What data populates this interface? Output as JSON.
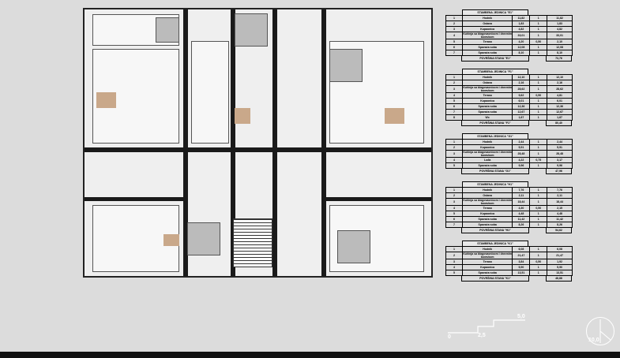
{
  "tables": [
    {
      "title": "STAMBENA JEDINICA \"E1\"",
      "rows": [
        [
          "1",
          "Hodnik",
          "11,82",
          "1",
          "11,82"
        ],
        [
          "2",
          "Ostava",
          "1,83",
          "1",
          "1,83"
        ],
        [
          "3",
          "Kupaonica",
          "4,82",
          "1",
          "4,82"
        ],
        [
          "4",
          "Kuhinja sa blagovaonicom i dnevnim boravkom",
          "33,01",
          "1",
          "33,01"
        ],
        [
          "5",
          "Terasa",
          "4,20",
          "0,50",
          "2,10"
        ],
        [
          "6",
          "Spavaća soba",
          "12,08",
          "1",
          "12,08"
        ],
        [
          "7",
          "Spavaća soba",
          "8,10",
          "1",
          "8,10"
        ]
      ],
      "total_label": "POVRŠINA STANA \"E1\"",
      "total": "73,76"
    },
    {
      "title": "STAMBENA JEDINICA \"F1\"",
      "rows": [
        [
          "1",
          "Hodnik",
          "12,10",
          "1",
          "12,10"
        ],
        [
          "2",
          "Ostava",
          "2,16",
          "1",
          "2,16"
        ],
        [
          "3",
          "Kuhinja sa blagovaonicom i dnevnim boravkom",
          "28,62",
          "1",
          "28,62"
        ],
        [
          "4",
          "Terasa",
          "9,62",
          "0,50",
          "4,81"
        ],
        [
          "5",
          "Kupaonica",
          "6,01",
          "1",
          "6,01"
        ],
        [
          "6",
          "Spavaća soba",
          "12,36",
          "1",
          "12,36"
        ],
        [
          "7",
          "Spavaća soba",
          "12,67",
          "1",
          "12,67"
        ],
        [
          "8",
          "Wc",
          "1,67",
          "1",
          "1,67"
        ]
      ],
      "total_label": "POVRŠINA STANA \"F1\"",
      "total": "80,40"
    },
    {
      "title": "STAMBENA JEDINICA \"G1\"",
      "rows": [
        [
          "1",
          "Hodnik",
          "2,44",
          "1",
          "2,44"
        ],
        [
          "2",
          "Kupaonica",
          "5,91",
          "1",
          "5,91"
        ],
        [
          "3",
          "Kuhinja sa blagovaonicom i dnevnim boravkom",
          "28,48",
          "1",
          "28,48"
        ],
        [
          "4",
          "Lođa",
          "4,22",
          "0,75",
          "3,17"
        ],
        [
          "5",
          "Spavaća soba",
          "9,96",
          "1",
          "9,96"
        ]
      ],
      "total_label": "POVRŠINA STANA \"G1\"",
      "total": "47,96"
    },
    {
      "title": "STAMBENA JEDINICA \"H1\"",
      "rows": [
        [
          "1",
          "Hodnik",
          "7,76",
          "1",
          "7,76"
        ],
        [
          "2",
          "Ostava",
          "2,11",
          "1",
          "2,11"
        ],
        [
          "3",
          "Kuhinja sa blagovaonicom i dnevnim boravkom",
          "18,44",
          "1",
          "18,44"
        ],
        [
          "4",
          "Terasa",
          "4,30",
          "0,50",
          "2,15"
        ],
        [
          "5",
          "Kupaonica",
          "4,48",
          "1",
          "4,48"
        ],
        [
          "6",
          "Spavaća soba",
          "11,42",
          "1",
          "11,42"
        ],
        [
          "7",
          "Spavaća soba",
          "8,26",
          "1",
          "8,26"
        ]
      ],
      "total_label": "POVRŠINA STANA \"H1\"",
      "total": "54,62"
    },
    {
      "title": "STAMBENA JEDINICA \"K1\"",
      "rows": [
        [
          "1",
          "Hodnik",
          "6,08",
          "1",
          "6,08"
        ],
        [
          "2",
          "Kuhinja sa blagovaonicom i dnevnim boravkom",
          "21,47",
          "1",
          "21,47"
        ],
        [
          "3",
          "Terasa",
          "3,84",
          "0,50",
          "1,92"
        ],
        [
          "4",
          "Kupaonica",
          "5,90",
          "1",
          "5,90"
        ],
        [
          "5",
          "Spavaća soba",
          "13,51",
          "1",
          "13,51"
        ]
      ],
      "total_label": "POVRŠINA STANA \"K1\"",
      "total": "48,88"
    }
  ],
  "scale": {
    "labels": [
      "0",
      "2,5",
      "5,0",
      "10,0"
    ]
  },
  "colors": {
    "wall": "#1a1a1a",
    "floor": "#f7f7f7",
    "furniture": "#c9a88a",
    "background": "#dcdcdc"
  }
}
